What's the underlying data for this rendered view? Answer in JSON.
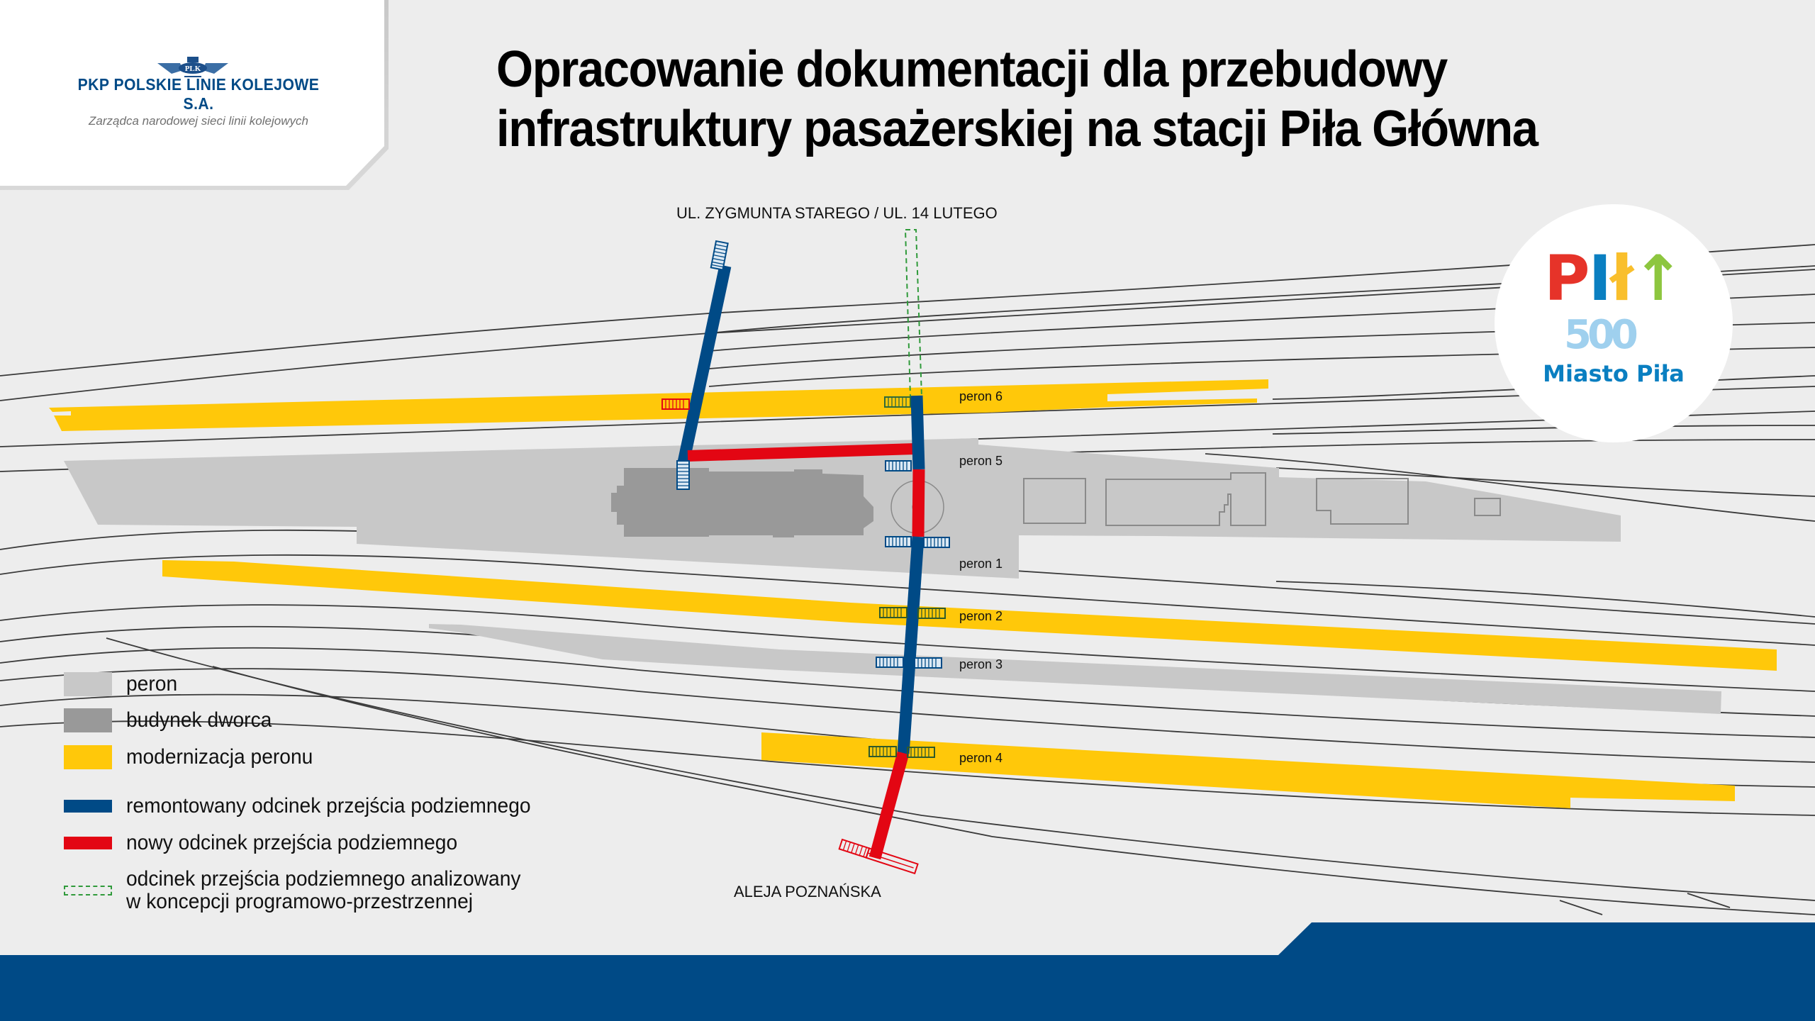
{
  "header": {
    "org_name": "PKP POLSKIE LINIE KOLEJOWE S.A.",
    "org_badge": "PLK",
    "org_tagline": "Zarządca narodowej sieci linii kolejowych",
    "title_line1": "Opracowanie dokumentacji dla przebudowy",
    "title_line2": "infrastruktury pasażerskiej na stacji Piła Główna"
  },
  "city_logo": {
    "letters": [
      "P",
      "I",
      "ł",
      "a"
    ],
    "colors": [
      "#e63329",
      "#0a7fc1",
      "#f9bf2c",
      "#8dc63f"
    ],
    "number": "500",
    "caption": "Miasto Piła"
  },
  "map": {
    "streets": {
      "north": "UL. ZYGMUNTA STAREGO / UL. 14 LUTEGO",
      "south": "ALEJA POZNAŃSKA"
    },
    "platforms": [
      {
        "label": "peron 6",
        "status": "modernizacja peronu"
      },
      {
        "label": "peron 5",
        "status": "peron"
      },
      {
        "label": "peron 1",
        "status": "peron"
      },
      {
        "label": "peron 2",
        "status": "modernizacja peronu"
      },
      {
        "label": "peron 3",
        "status": "peron"
      },
      {
        "label": "peron 4",
        "status": "modernizacja peronu"
      }
    ]
  },
  "legend": {
    "items": [
      {
        "label": "peron",
        "color": "#c8c8c8",
        "type": "area"
      },
      {
        "label": "budynek dworca",
        "color": "#999999",
        "type": "area"
      },
      {
        "label": "modernizacja peronu",
        "color": "#ffc80a",
        "type": "area"
      },
      {
        "label": "remontowany odcinek przejścia podziemnego",
        "color": "#004a86",
        "type": "line"
      },
      {
        "label": "nowy odcinek przejścia podziemnego",
        "color": "#e30613",
        "type": "line"
      },
      {
        "label_line1": "odcinek przejścia podziemnego analizowany",
        "label_line2": "w koncepcji programowo-przestrzennej",
        "color": "#2f9a3a",
        "type": "dashed"
      }
    ]
  },
  "colors": {
    "background": "#ededed",
    "brand_blue": "#004a86",
    "platform": "#c8c8c8",
    "building": "#999999",
    "modernization": "#ffc80a",
    "new_tunnel": "#e30613",
    "analyzed_tunnel": "#2f9a3a",
    "track": "#333333"
  }
}
